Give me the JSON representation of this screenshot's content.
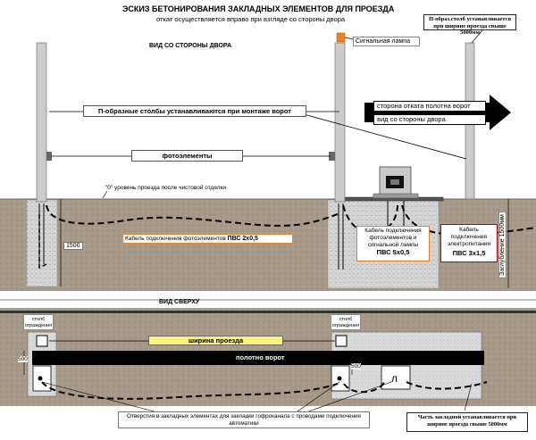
{
  "title": "ЭСКИЗ БЕТОНИРОВАНИЯ ЗАКЛАДНЫХ ЭЛЕМЕНТОВ ДЛЯ ПРОЕЗДА",
  "subtitle": "откат осуществляется вправо при взгляде со стороны двора",
  "top_note": "П-образ.столб устанавливается при ширине проезда свыше 5000мм",
  "bottom_note": "Часть закладной устанавливается при ширине проезда свыше 5000мм",
  "view_yard": "ВИД СО СТОРОНЫ ДВОРА",
  "view_top": "ВИД СВЕРХУ",
  "signal_lamp": "Сигнальная лампа",
  "u_posts": "П-образные столбы устанавливаются при монтаже ворот",
  "photo_elements": "фотоэлементы",
  "rollback_side": "сторона отката полотна ворот",
  "yard_view": "вид со стороны двора",
  "zero_level": "\"0\" уровень проезда после чистовой отделки",
  "depth_1500": "1500",
  "depth_label": "Заглубление 1500мм",
  "cable_photo_a": "Кабель подключения фотоэлементов ",
  "cable_photo_b": "ПВС 2х0,5",
  "cable_signal_a": "Кабель подключения фотоэлементов и сигнальной лампы",
  "cable_signal_b": "ПВС 5х0,5",
  "cable_power_a": "Кабель подключения электропитания",
  "cable_power_b": "ПВС 3х1,5",
  "post_a": "столб ограждения",
  "post_b": "столб ограждения",
  "passage_width": "ширина проезда",
  "gate_leaf": "полотно ворот",
  "dim_500_left": "500",
  "dim_500_right": "500",
  "holes_note": "Отверстия в закладных элементах для закладки гофроканала с проводами подключения автоматики",
  "colors": {
    "soil": "#a39684",
    "concrete": "#d2d2d2",
    "post": "#c9ccc9",
    "orange": "#f08020",
    "yellow": "#fff27a",
    "dark": "#000000",
    "cable_red": "#cc0000"
  }
}
